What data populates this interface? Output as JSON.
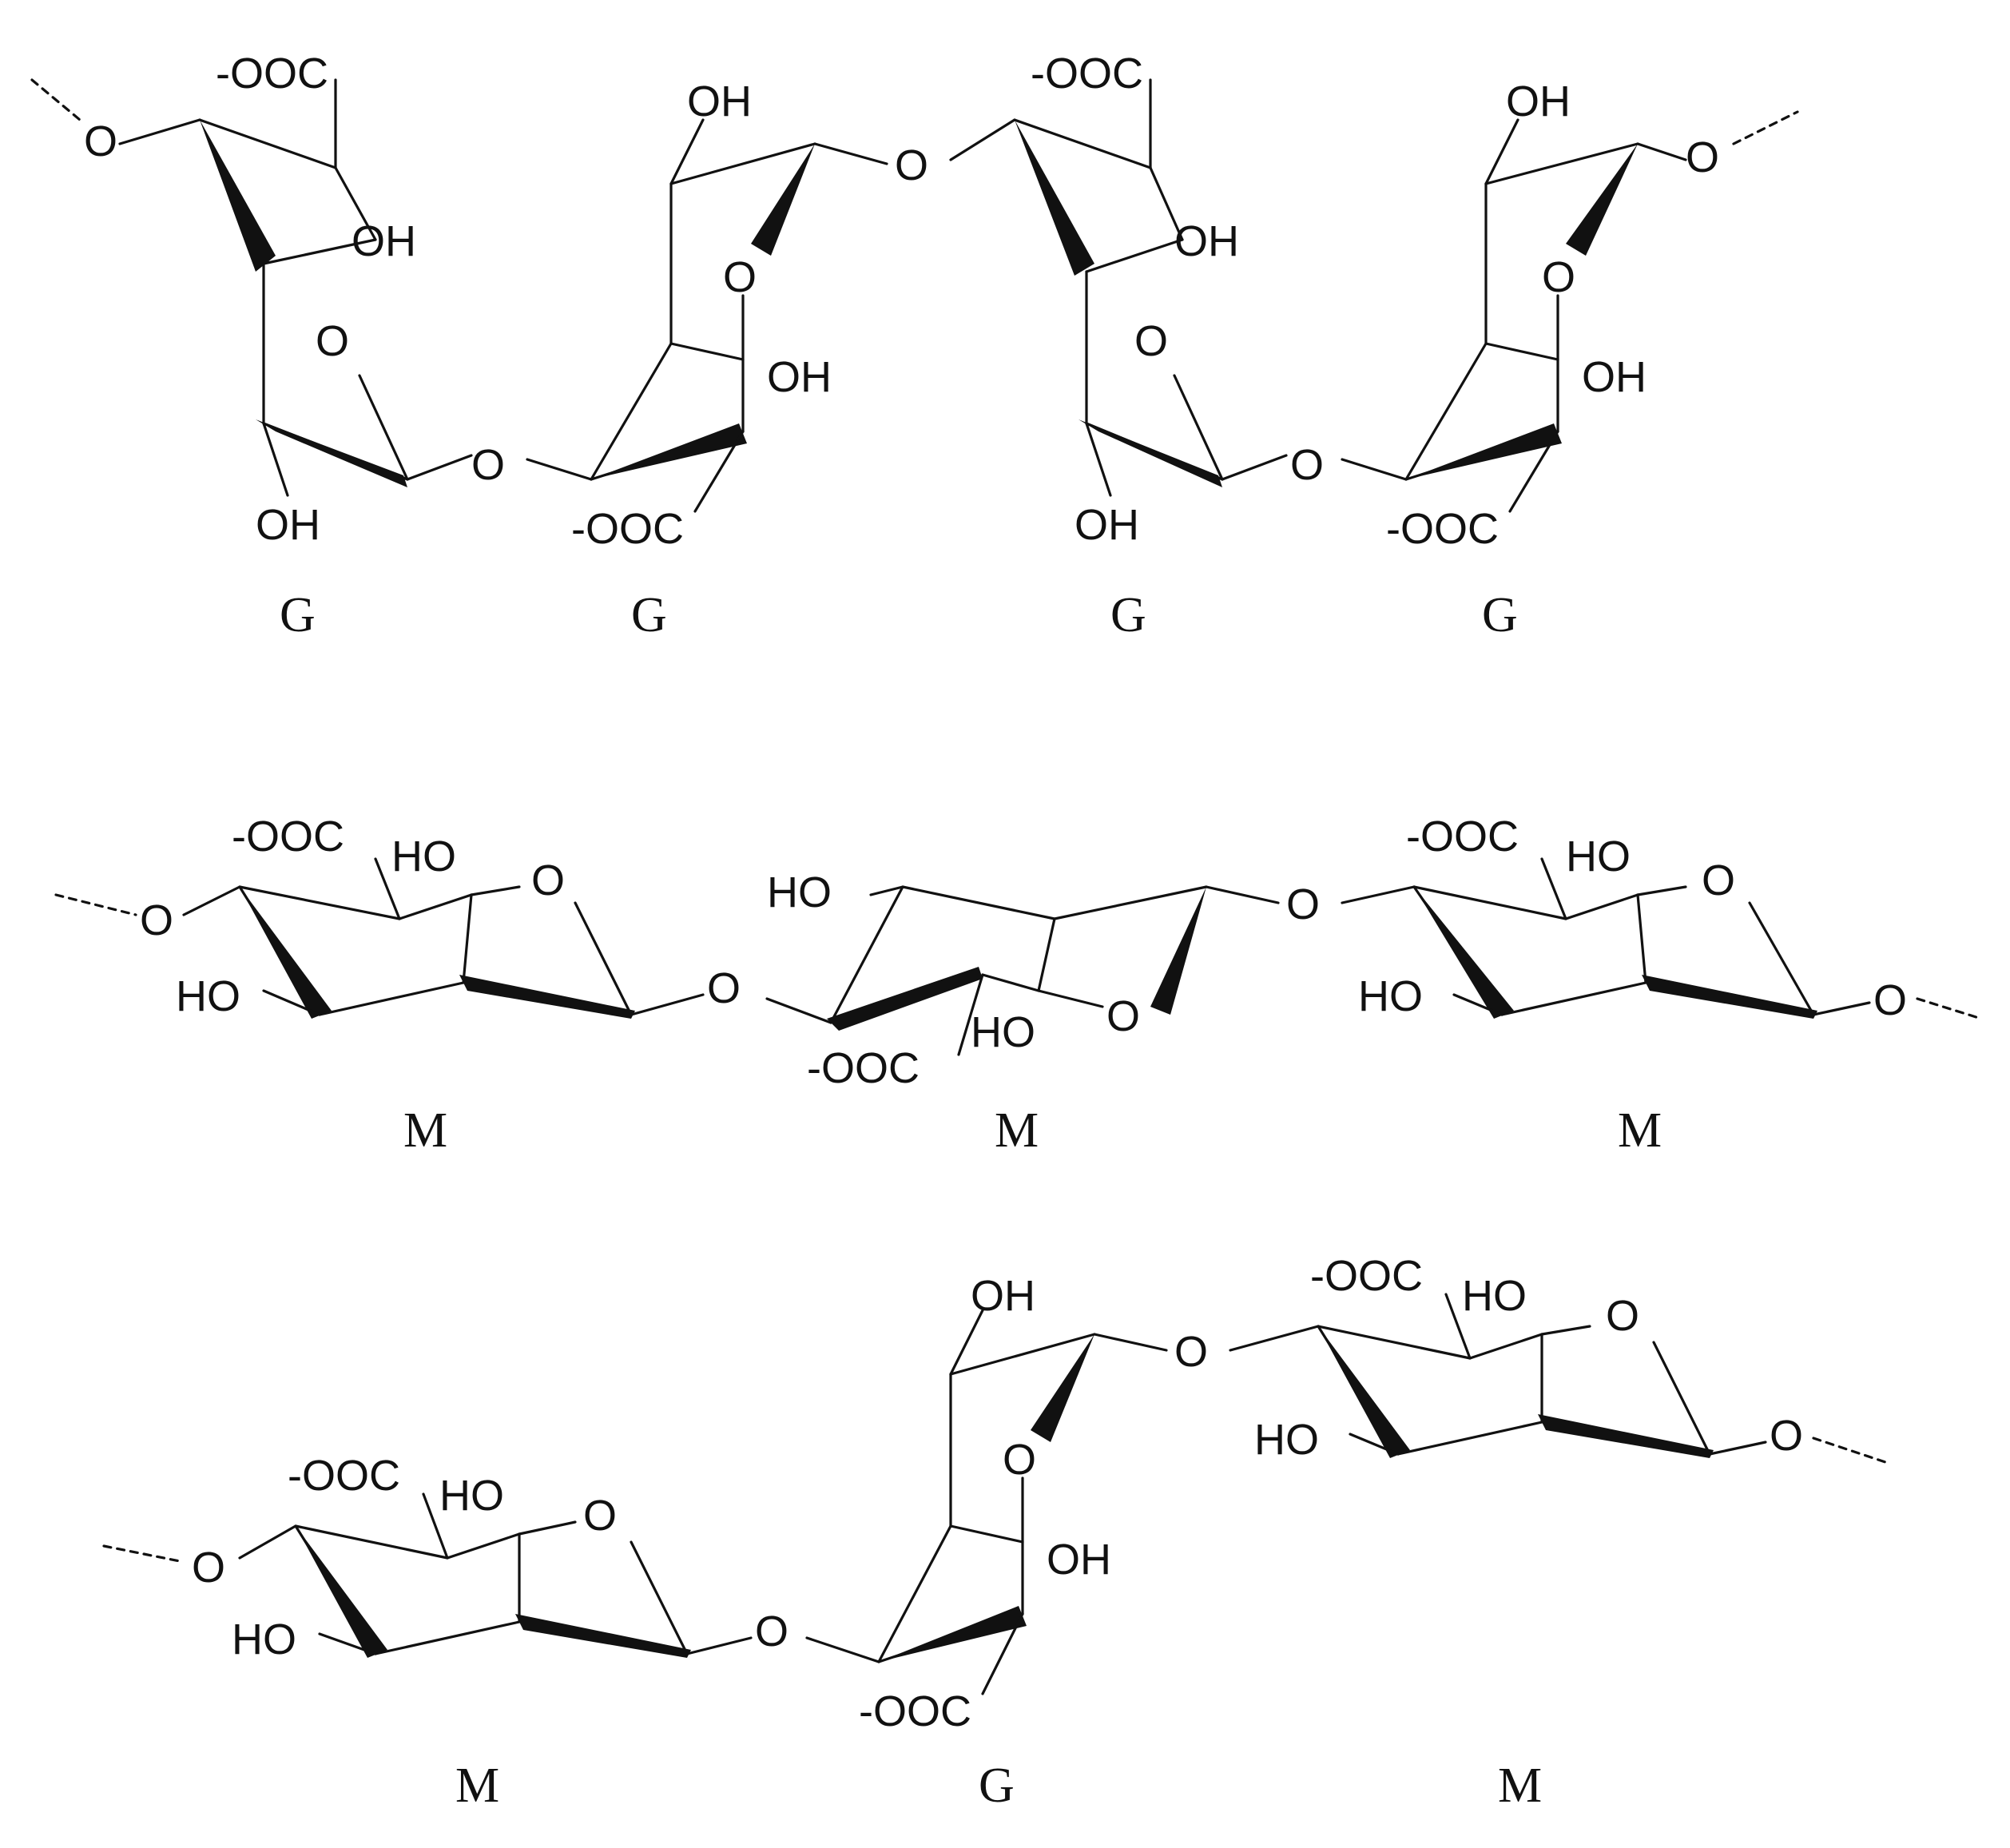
{
  "rows": [
    {
      "id": "row-1",
      "residues": [
        "G",
        "G",
        "G",
        "G"
      ],
      "labels": {
        "coo": "-OOC",
        "oh": "OH",
        "ho": "HO",
        "ring_o": "O",
        "link_o": "O"
      }
    },
    {
      "id": "row-2",
      "residues": [
        "M",
        "M",
        "M"
      ]
    },
    {
      "id": "row-3",
      "residues": [
        "M",
        "G",
        "M"
      ]
    }
  ],
  "colors": {
    "ink": "#111111",
    "background": "#ffffff"
  }
}
